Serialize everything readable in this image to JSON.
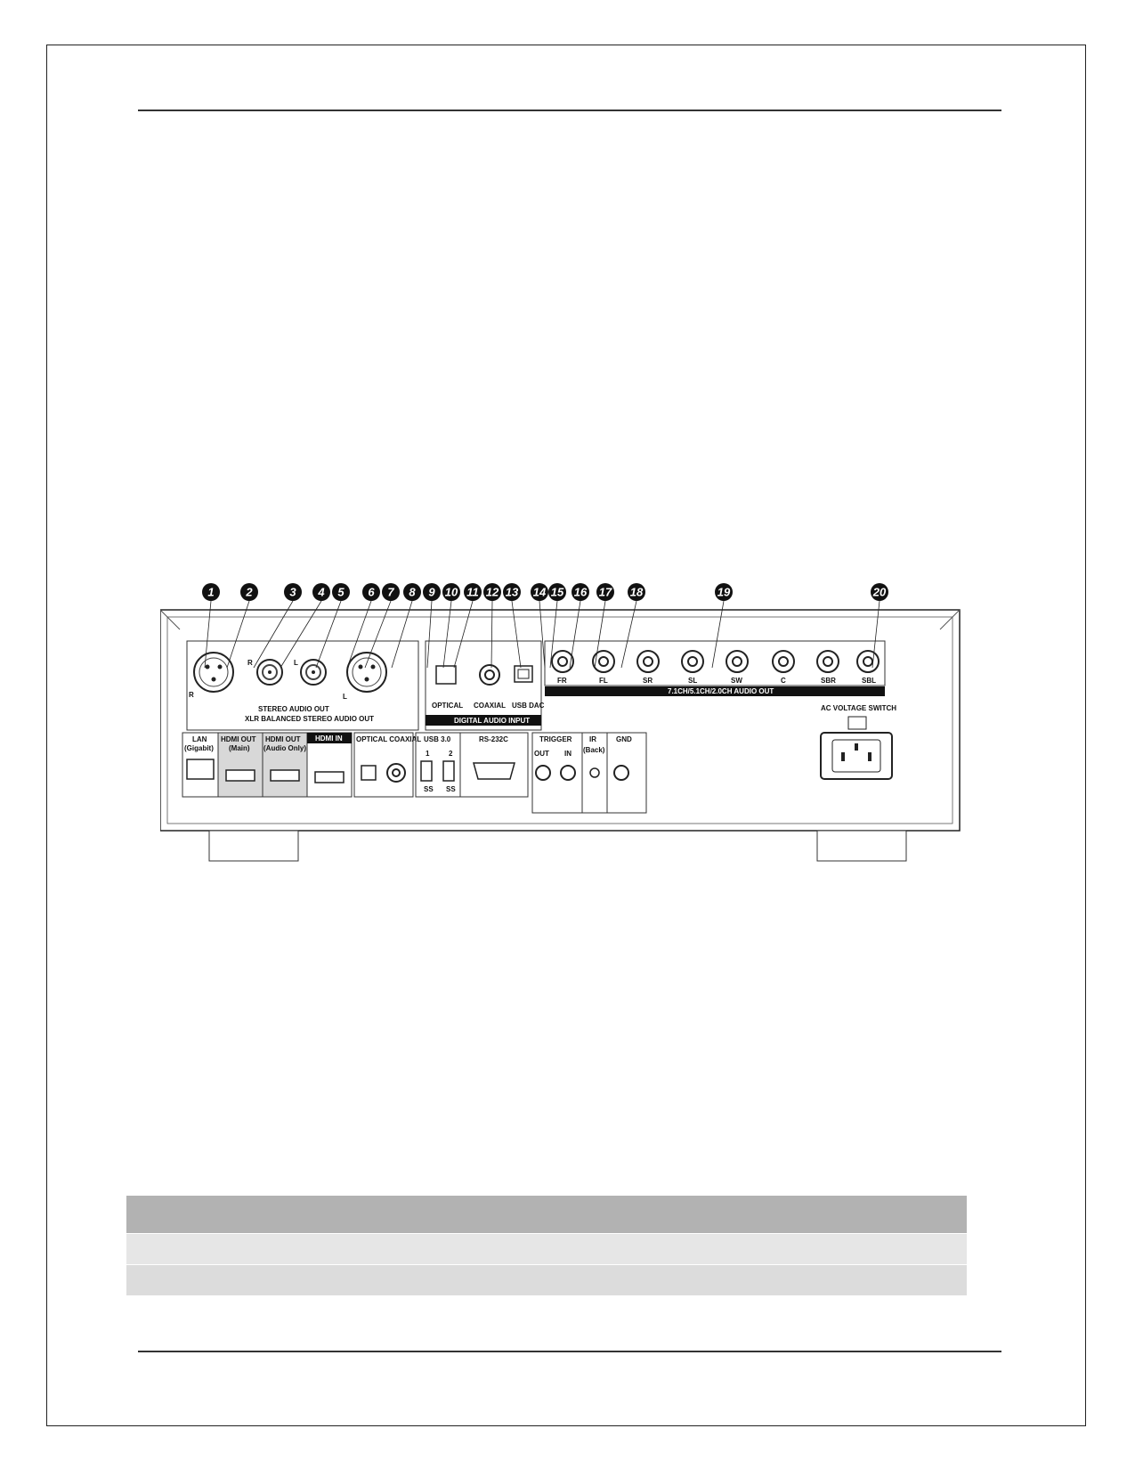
{
  "panel_labels": {
    "lan": "LAN",
    "lan_sub": "(Gigabit)",
    "hdmi_out_main": "HDMI OUT",
    "hdmi_out_main_sub": "(Main)",
    "hdmi_out_audio": "HDMI OUT",
    "hdmi_out_audio_sub": "(Audio Only)",
    "hdmi_in": "HDMI IN",
    "optical_coaxial": "OPTICAL  COAXIAL",
    "usb30": "USB 3.0",
    "usb1": "1",
    "usb2": "2",
    "usb_ss1": "SS",
    "usb_ss2": "SS",
    "rs232c": "RS-232C",
    "trigger": "TRIGGER",
    "trigger_out": "OUT",
    "trigger_in": "IN",
    "ir": "IR",
    "ir_sub": "(Back)",
    "gnd": "GND",
    "xlr_r": "R",
    "xlr_l": "L",
    "rca_r": "R",
    "rca_l": "L",
    "stereo_audio_out": "STEREO AUDIO OUT",
    "xlr_balanced": "XLR BALANCED STEREO AUDIO OUT",
    "din_optical": "OPTICAL",
    "din_coaxial": "COAXIAL",
    "usb_dac": "USB DAC",
    "digital_audio_input": "DIGITAL AUDIO INPUT",
    "ch_fr": "FR",
    "ch_fl": "FL",
    "ch_sr": "SR",
    "ch_sl": "SL",
    "ch_sw": "SW",
    "ch_c": "C",
    "ch_sbr": "SBR",
    "ch_sbl": "SBL",
    "multich_out": "7.1CH/5.1CH/2.0CH AUDIO OUT",
    "ac_voltage_switch": "AC VOLTAGE SWITCH"
  },
  "callouts": [
    "1",
    "2",
    "3",
    "4",
    "5",
    "6",
    "7",
    "8",
    "9",
    "10",
    "11",
    "12",
    "13",
    "14",
    "15",
    "16",
    "17",
    "18",
    "19",
    "20"
  ],
  "colors": {
    "callout_fill": "#111111",
    "rule": "#333333",
    "table_header": "#b2b2b2",
    "table_row": "#e6e6e6"
  }
}
